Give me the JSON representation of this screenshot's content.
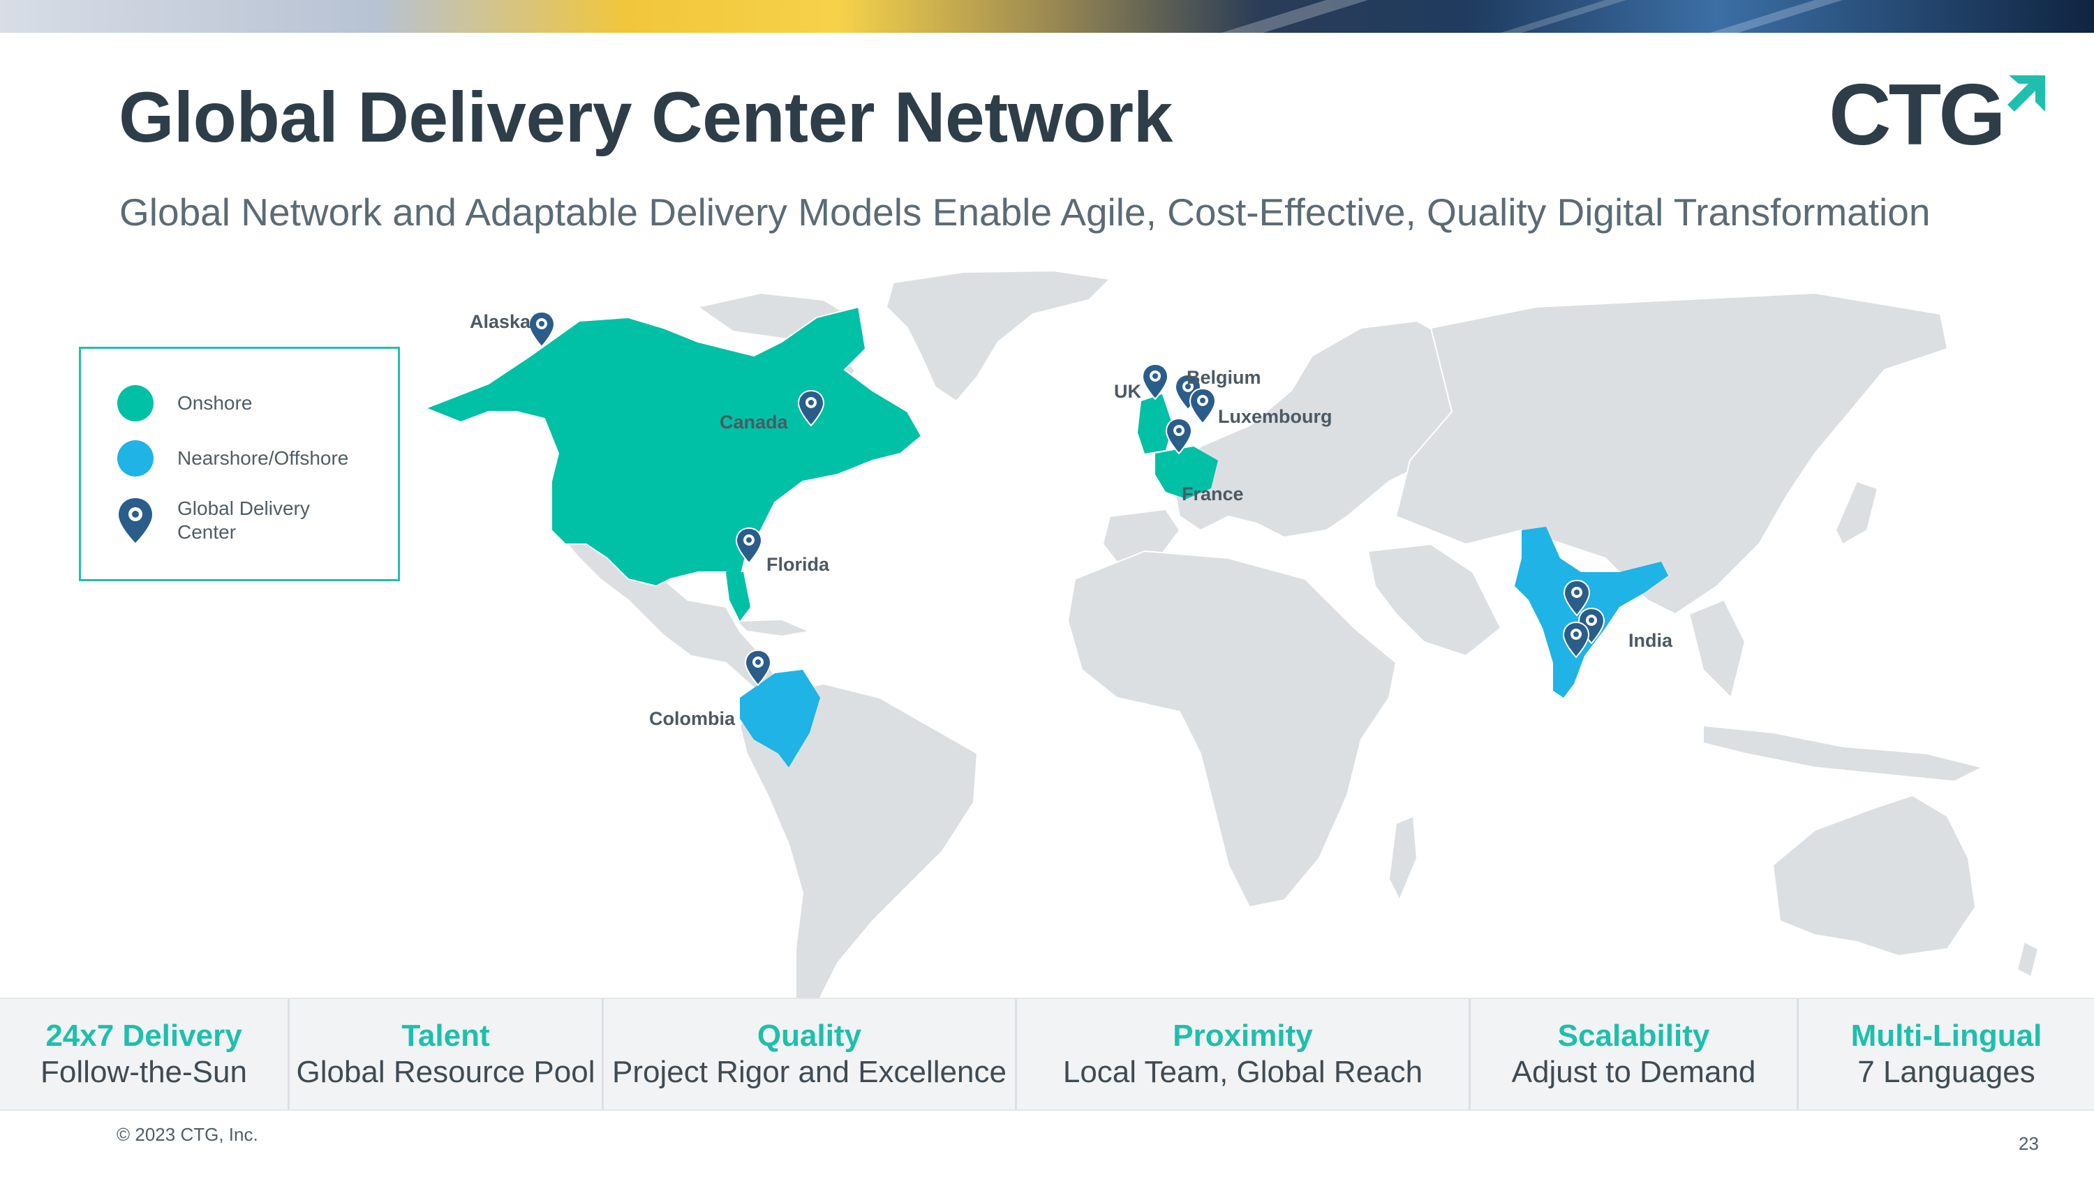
{
  "slide": {
    "title": "Global Delivery Center Network",
    "subtitle": "Global Network and Adaptable Delivery Models Enable Agile, Cost-Effective, Quality Digital Transformation",
    "logo_text": "CTG",
    "copyright": "© 2023 CTG, Inc.",
    "page_number": "23"
  },
  "colors": {
    "onshore": "#00c0a5",
    "nearshore_offshore": "#1fb3e6",
    "pin": "#2a5d8a",
    "land": "#dcdfe2",
    "accent": "#1ebfac"
  },
  "legend": {
    "items": [
      {
        "label": "Onshore",
        "icon": "teal-circle-icon"
      },
      {
        "label": "Nearshore/Offshore",
        "icon": "blue-circle-icon"
      },
      {
        "label": "Global Delivery\nCenter",
        "icon": "map-pin-icon"
      }
    ]
  },
  "map": {
    "locations": [
      {
        "label": "Alaska",
        "type": "onshore"
      },
      {
        "label": "Canada",
        "type": "onshore"
      },
      {
        "label": "Florida",
        "type": "onshore"
      },
      {
        "label": "Colombia",
        "type": "nearshore_offshore"
      },
      {
        "label": "UK",
        "type": "onshore"
      },
      {
        "label": "Belgium",
        "type": "onshore"
      },
      {
        "label": "Luxembourg",
        "type": "onshore"
      },
      {
        "label": "France",
        "type": "onshore"
      },
      {
        "label": "India",
        "type": "nearshore_offshore"
      }
    ]
  },
  "features": [
    {
      "title": "24x7 Delivery",
      "subtitle": "Follow-the-Sun"
    },
    {
      "title": "Talent",
      "subtitle": "Global Resource Pool"
    },
    {
      "title": "Quality",
      "subtitle": "Project Rigor and Excellence"
    },
    {
      "title": "Proximity",
      "subtitle": "Local Team, Global Reach"
    },
    {
      "title": "Scalability",
      "subtitle": "Adjust to Demand"
    },
    {
      "title": "Multi-Lingual",
      "subtitle": "7 Languages"
    }
  ]
}
